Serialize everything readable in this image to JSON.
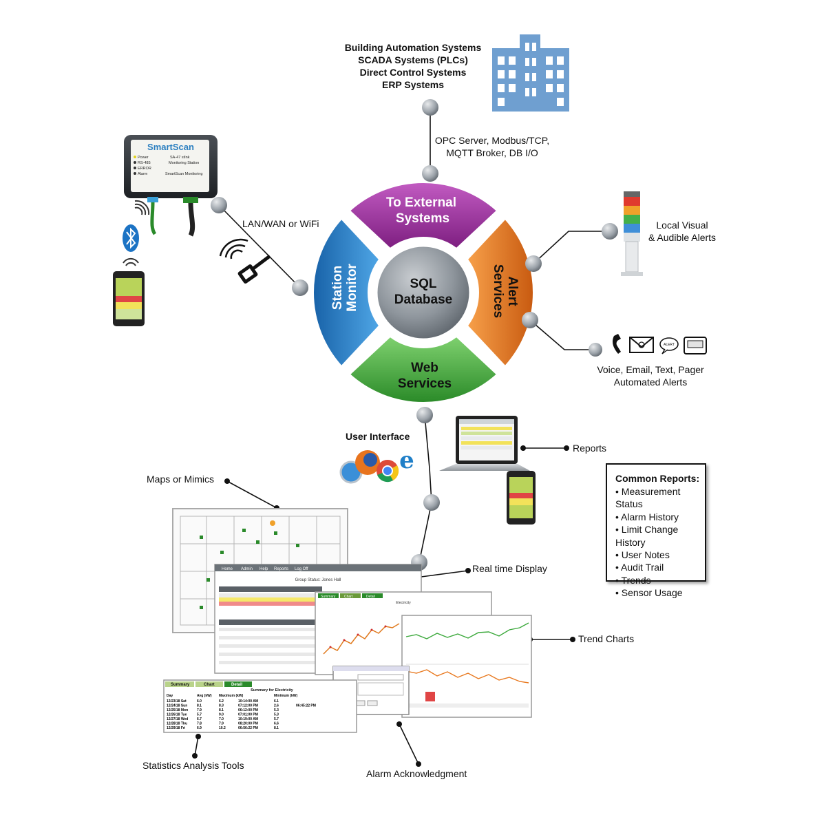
{
  "external": {
    "systems": [
      "Building Automation Systems",
      "SCADA  Systems (PLCs)",
      "Direct Control Systems",
      "ERP Systems"
    ],
    "protocols": [
      "OPC Server, Modbus/TCP,",
      "MQTT Broker, DB I/O"
    ]
  },
  "ring": {
    "center": [
      "SQL",
      "Database"
    ],
    "top": [
      "To External",
      "Systems"
    ],
    "left": [
      "Station",
      "Monitor"
    ],
    "right": [
      "Alert",
      "Services"
    ],
    "bottom": [
      "Web",
      "Services"
    ]
  },
  "device": {
    "brand": "SmartScan",
    "lines": [
      "Power",
      "RS-485",
      "ERROR",
      "Alarm"
    ],
    "product": [
      "SA-47 stInk",
      "Monitoring Station"
    ],
    "maker": "SmartScan Monitoring"
  },
  "labels": {
    "lan": "LAN/WAN or WiFi",
    "local_alerts": [
      "Local Visual",
      "& Audible Alerts"
    ],
    "automated_alerts": [
      "Voice, Email, Text, Pager",
      "Automated Alerts"
    ],
    "user_interface": "User Interface",
    "reports": "Reports",
    "maps": "Maps or Mimics",
    "realtime": "Real time Display",
    "trend": "Trend Charts",
    "stats": "Statistics Analysis Tools",
    "alarm_ack": "Alarm Acknowledgment",
    "text_icon": "ALERT"
  },
  "common_reports": {
    "title": "Common Reports:",
    "items": [
      "Measurement Status",
      "Alarm History",
      "Limit Change History",
      "User Notes",
      "Audit Trail",
      "Trends",
      "Sensor Usage"
    ]
  },
  "screens": {
    "menu": [
      "Home",
      "Admin",
      "Help",
      "Reports",
      "Log Off"
    ],
    "group_status": "Group Status: Jones Hall",
    "tabs": [
      "Summary",
      "Chart",
      "Detail"
    ],
    "chart_title": "Electricity",
    "stats_title": "Summary for Electricity",
    "stats_headers": [
      "Day",
      "Avg (kW)",
      "Maximum (kW)",
      "",
      "Minimum (kW)",
      ""
    ],
    "stats_rows": [
      [
        "12/23/18 Sat",
        "6.0",
        "6.2",
        "10:14:00 AM",
        "6.1",
        ""
      ],
      [
        "12/24/18 Sun",
        "8.1",
        "8.3",
        "07:12:00 PM",
        "2.6",
        "06:45:22 PM"
      ],
      [
        "12/25/18 Mon",
        "7.9",
        "8.1",
        "06:12:00 PM",
        "5.3",
        ""
      ],
      [
        "12/26/18 Tue",
        "5.7",
        "9.0",
        "07:01:00 PM",
        "5.3",
        ""
      ],
      [
        "12/27/18 Wed",
        "6.7",
        "7.0",
        "10:19:00 AM",
        "5.7",
        ""
      ],
      [
        "12/28/18 Thu",
        "7.8",
        "7.9",
        "08:20:00 PM",
        "6.6",
        ""
      ],
      [
        "12/29/18 Fri",
        "6.9",
        "10.2",
        "06:56:22 PM",
        "8.1",
        ""
      ]
    ]
  },
  "colors": {
    "top": "#9b2c9b",
    "left": "#1f7fc8",
    "right": "#e8781e",
    "bottom": "#3fa83a",
    "center": "#8e959c",
    "building": "#6f9fd0",
    "node": "#9aa1a8"
  }
}
